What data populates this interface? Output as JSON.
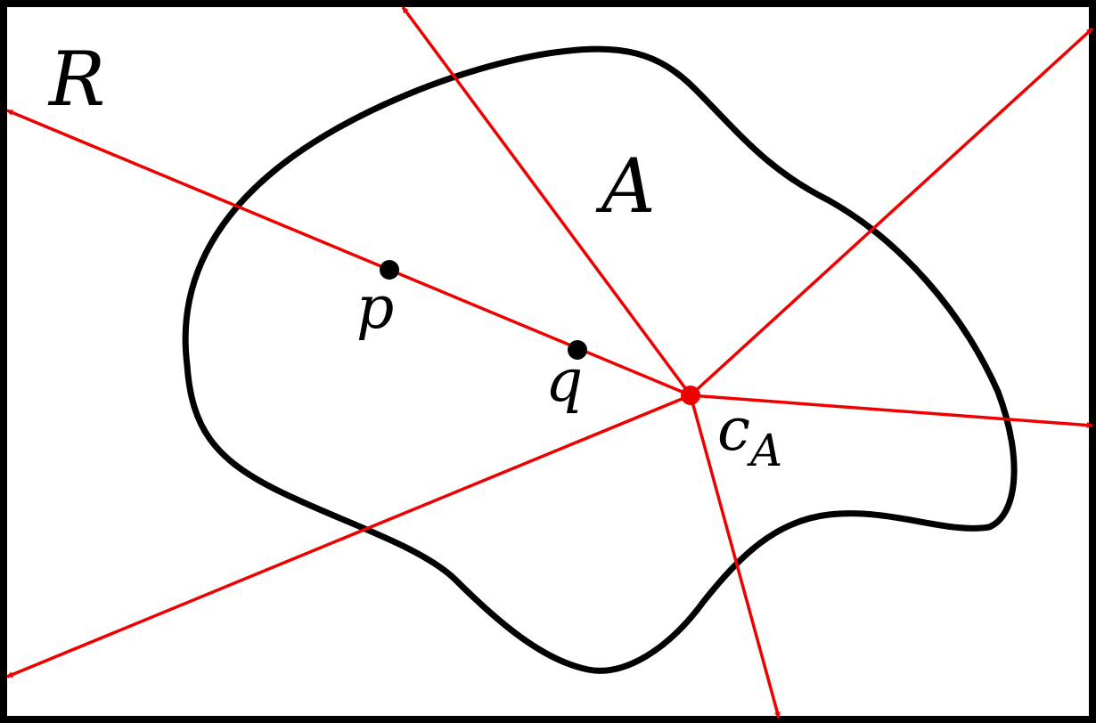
{
  "labels": {
    "region": "R",
    "set": "A",
    "point_p": "p",
    "point_q": "q",
    "center_main": "c",
    "center_sub": "A"
  },
  "colors": {
    "outline": "#000000",
    "rays": "#ee0000",
    "center": "#ee0000",
    "points": "#000000"
  },
  "ray_count": 6
}
